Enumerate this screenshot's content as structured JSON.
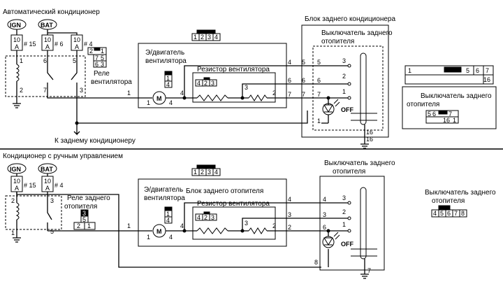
{
  "top": {
    "title": "Автоматический кондиционер",
    "ign": "IGN",
    "bat": "BAT",
    "fuse15": {
      "amp": "10",
      "unit": "A",
      "label": "# 15"
    },
    "fuse6": {
      "amp": "10",
      "unit": "A",
      "label": "# 6"
    },
    "fuse4": {
      "amp": "10",
      "unit": "A",
      "label": "# 4"
    },
    "relay_label": [
      "Реле",
      "вентилятора"
    ],
    "relay_connector": [
      "2",
      "1",
      "7",
      "5",
      "6",
      "3"
    ],
    "relay_pins": [
      "1",
      "6",
      "5",
      "2",
      "7",
      "3"
    ],
    "motor_label": [
      "Э/двигатель",
      "вентилятора"
    ],
    "motor_connector": [
      "1",
      "4"
    ],
    "resistor_label": "Резистор вентилятора",
    "resistor_connector": [
      "4",
      "2",
      "3"
    ],
    "module_connector": [
      "1",
      "2",
      "3",
      "4"
    ],
    "rear_unit_label": "Блок заднего кондиционера",
    "switch_label": [
      "Выключатель заднего",
      "отопителя"
    ],
    "to_rear": "К заднему кондиционеру",
    "off": "OFF",
    "pins": {
      "w1": "1",
      "m1": "1",
      "m4": "4",
      "r4": "4",
      "r3": "3",
      "r2": "2",
      "b4": "4",
      "b5": "5",
      "b6": "6",
      "b7": "7",
      "b2": "2",
      "b1": "1",
      "s3": "3",
      "s2": "2",
      "s1": "1",
      "s5": "5",
      "s6": "6",
      "s7": "7",
      "s1b": "1",
      "g16a": "16",
      "g16b": "16",
      "r1": "1"
    },
    "switch_connector_big": [
      "1",
      "5",
      "6",
      "7",
      "16"
    ],
    "switch_inset_label": [
      "Выключатель заднего",
      "отопителя"
    ],
    "switch_connector_small": [
      "5",
      "6",
      "7",
      "16",
      "1"
    ]
  },
  "bottom": {
    "title": "Кондиционер с ручным управлением",
    "ign": "IGN",
    "bat": "BAT",
    "fuse15": {
      "amp": "10",
      "unit": "A",
      "label": "# 15"
    },
    "fuse4": {
      "amp": "10",
      "unit": "A",
      "label": "# 4"
    },
    "relay_label": [
      "Реле заднего",
      "отопителя"
    ],
    "relay_connector": [
      "3",
      "5",
      "2",
      "1"
    ],
    "relay_pins": [
      "2",
      "3",
      "1",
      "5"
    ],
    "motor_label": [
      "Э/двигатель",
      "вентилятора"
    ],
    "motor_connector": [
      "1",
      "4"
    ],
    "module_label": "Блок заднего отопителя",
    "resistor_label": "Резистор вентилятора",
    "resistor_connector": [
      "4",
      "2",
      "3"
    ],
    "module_connector": [
      "1",
      "2",
      "3",
      "4"
    ],
    "switch_label": [
      "Выключатель заднего",
      "отопителя"
    ],
    "off": "OFF",
    "pins": {
      "w1": "1",
      "m1": "1",
      "m4": "4",
      "r4": "4",
      "r3": "3",
      "r2": "2",
      "b4": "4",
      "b3": "3",
      "b2": "2",
      "b6": "6",
      "s3": "3",
      "s2": "2",
      "s1": "1",
      "s4": "4",
      "s3b": "3",
      "s6": "6",
      "s8": "8",
      "g7": "7"
    },
    "switch_inset_label": [
      "Выключатель заднего",
      "отопителя"
    ],
    "switch_connector": [
      "4",
      "5",
      "6",
      "7",
      "8"
    ]
  }
}
